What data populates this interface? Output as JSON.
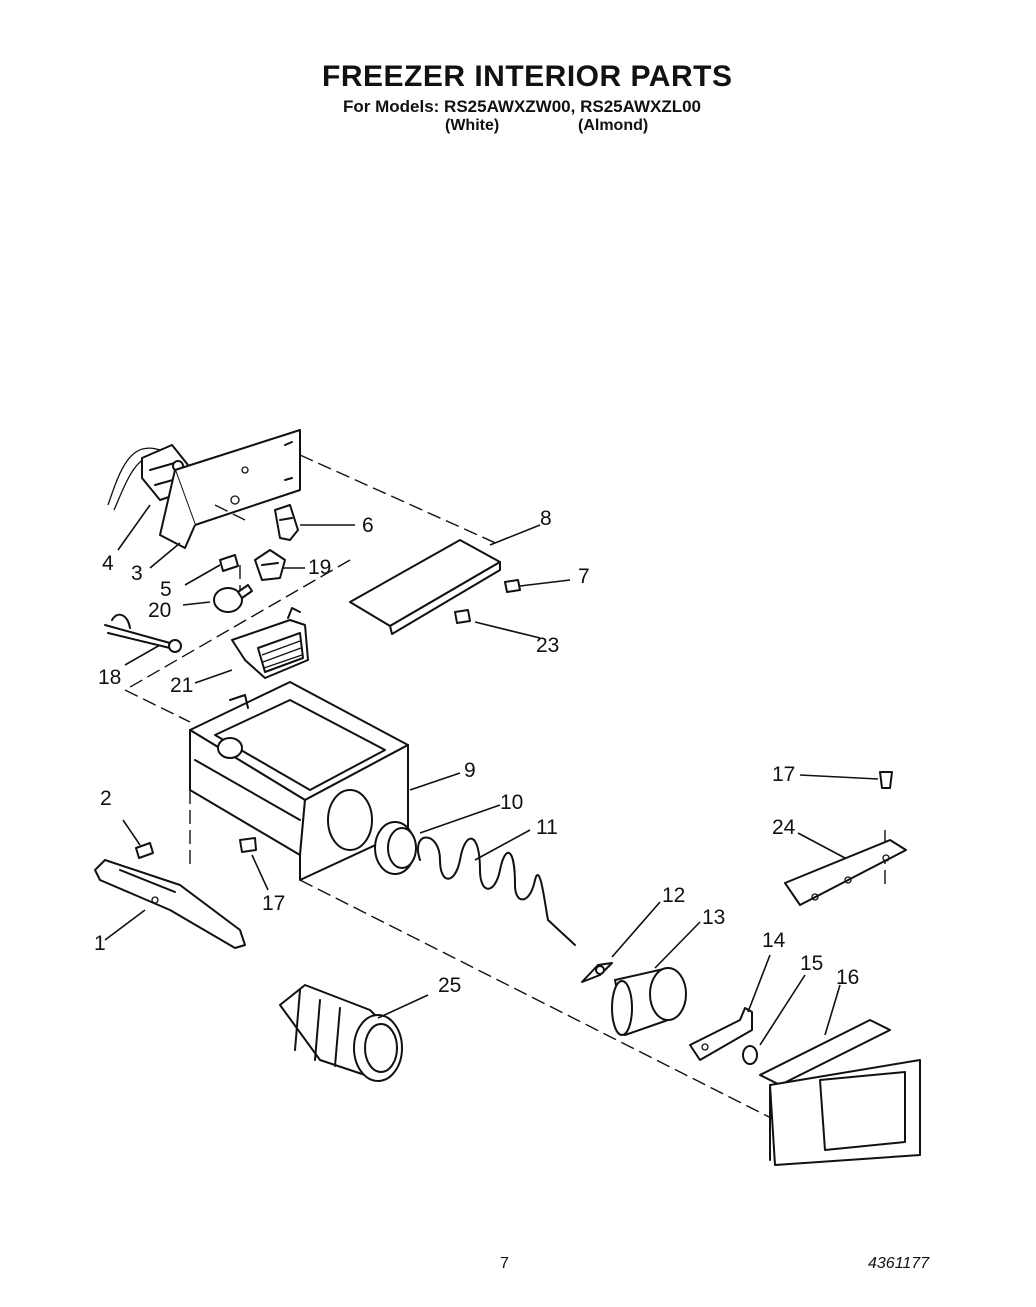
{
  "header": {
    "title": "FREEZER INTERIOR PARTS",
    "models_line": "For Models: RS25AWXZW00, RS25AWXZL00",
    "variant_white": "(White)",
    "variant_almond": "(Almond)"
  },
  "callouts": {
    "c1": "1",
    "c2": "2",
    "c3": "3",
    "c4": "4",
    "c5": "5",
    "c6": "6",
    "c7": "7",
    "c8": "8",
    "c9": "9",
    "c10": "10",
    "c11": "11",
    "c12": "12",
    "c13": "13",
    "c14": "14",
    "c15": "15",
    "c16": "16",
    "c17a": "17",
    "c17b": "17",
    "c18": "18",
    "c19": "19",
    "c20": "20",
    "c21": "21",
    "c23": "23",
    "c24": "24",
    "c25": "25"
  },
  "footer": {
    "page_number": "7",
    "document_number": "4361177"
  }
}
